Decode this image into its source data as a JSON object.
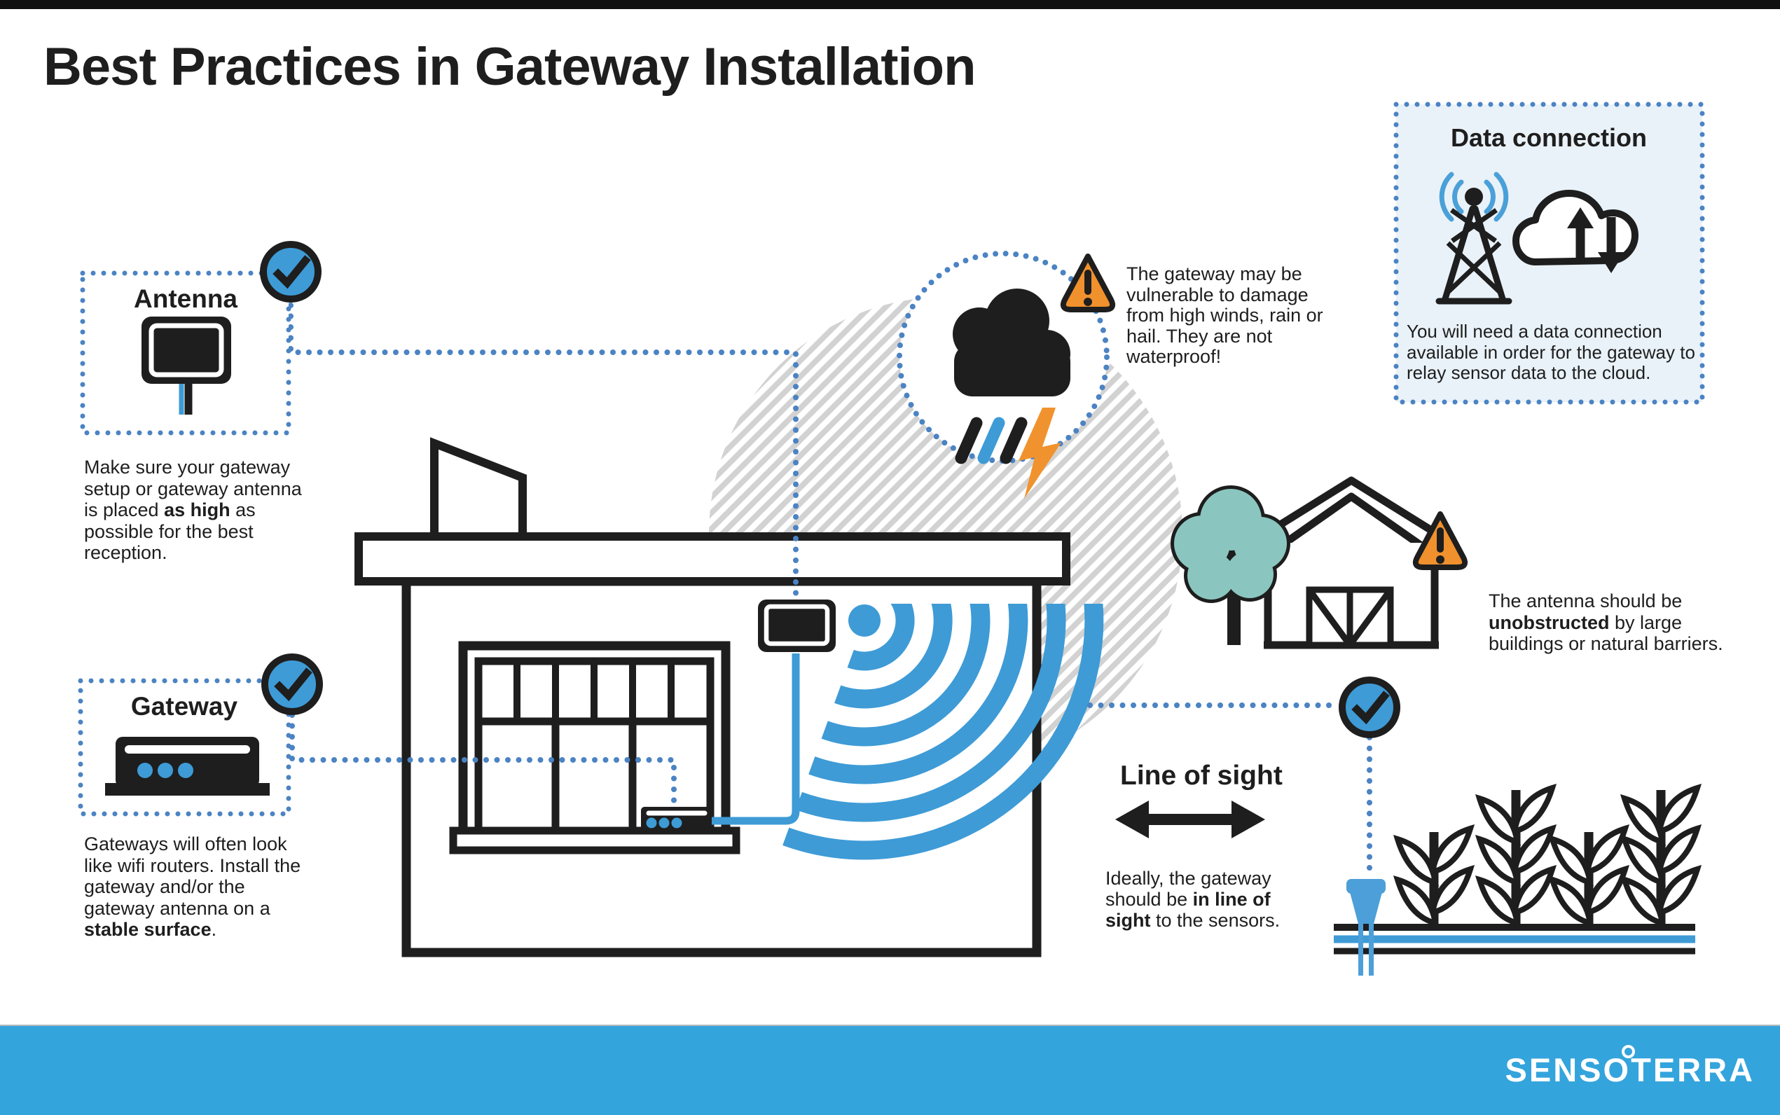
{
  "page": {
    "title": "Best Practices in Gateway Installation"
  },
  "colors": {
    "accent_blue": "#3E9BD6",
    "dotted_line_blue": "#4B83C3",
    "footer_blue": "#34A4DC",
    "panel_background": "#E9F2F9",
    "hatch_gray": "#D2D2D2",
    "warning_orange": "#F0912D",
    "lightning_orange": "#F0932E",
    "tree_teal": "#8AC6BF",
    "ink_black": "#1E1E1E",
    "text_white": "#FFFFFF"
  },
  "antenna_section": {
    "label": "Antenna",
    "text_pre": "Make sure your gateway setup or gateway antenna is placed ",
    "text_bold": "as high",
    "text_post": " as possible for the best reception."
  },
  "gateway_section": {
    "label": "Gateway",
    "text_pre": "Gateways will often look like wifi routers. Install the gateway and/or the gateway antenna on a ",
    "text_bold": "stable surface",
    "text_post": "."
  },
  "weather_warning": {
    "text": "The gateway may be vulnerable to damage from high winds, rain or hail. They are not waterproof!"
  },
  "obstruction_warning": {
    "text_pre": "The antenna should be ",
    "text_bold": "unobstructed",
    "text_post": " by large buildings or natural barriers."
  },
  "line_of_sight": {
    "title": "Line of sight",
    "text_pre": "Ideally, the gateway should be ",
    "text_bold": "in line of sight",
    "text_post": " to the sensors."
  },
  "data_connection": {
    "title": "Data connection",
    "text": "You will need a data connection available in order for the gateway to relay sensor data to the cloud."
  },
  "footer": {
    "logo_pre": "SENS",
    "logo_o": "O",
    "logo_post": "TERRA"
  },
  "icons": [
    "checkmark-icon",
    "antenna-icon",
    "router-icon",
    "storm-cloud-icon",
    "rain-icon",
    "lightning-icon",
    "warning-triangle-icon",
    "radio-tower-icon",
    "cloud-sync-icon",
    "wifi-waves-icon",
    "tree-icon",
    "barn-icon",
    "building-icon",
    "line-of-sight-arrow-icon",
    "soil-sensor-icon",
    "crop-plant-icon"
  ]
}
